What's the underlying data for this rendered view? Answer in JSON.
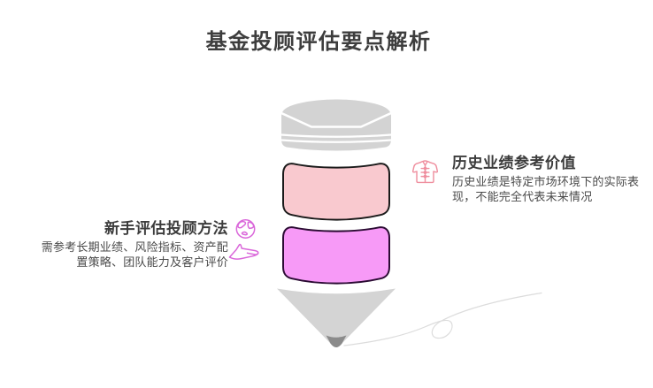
{
  "page": {
    "title": "基金投顾评估要点解析",
    "background_color": "#ffffff",
    "title_color": "#3d3d3d"
  },
  "funnel": {
    "cap": {
      "fill": "#d3d3d3",
      "facet_line_color": "#ffffff"
    },
    "segment_pink": {
      "fill": "#f9c9cf",
      "stroke": "#1a1a1a"
    },
    "segment_magenta": {
      "fill": "#f79af7",
      "stroke": "#2b0b33"
    },
    "cone": {
      "fill": "#d4d4d4",
      "tip_fill": "#8b8b8b"
    },
    "swoosh_color": "#dcdcdc"
  },
  "annotations": {
    "right": {
      "icon_name": "tang-jacket-icon",
      "icon_color": "#ef8f9f",
      "title": "历史业绩参考价值",
      "description": "历史业绩是特定市场环境下的实际表现，不能完全代表未来情况"
    },
    "left": {
      "icon_name": "hand-globe-icon",
      "icon_color": "#da67da",
      "title": "新手评估投顾方法",
      "description": "需参考长期业绩、风险指标、资产配置策略、团队能力及客户评价"
    }
  }
}
